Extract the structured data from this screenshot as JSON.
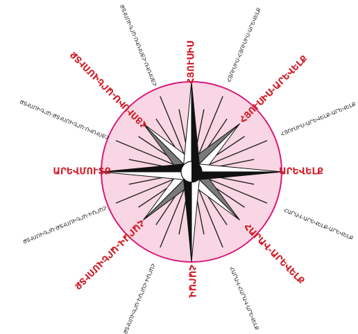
{
  "compass": {
    "directions": [
      {
        "key": "north",
        "label": "ՀՅՈՒՍԻՍ",
        "bearing": 0,
        "rank": "cardinal"
      },
      {
        "key": "nne",
        "label": "ՀՅՈՒՍԻՍ-ՀՅՈՒՍԻՍ-ԱՐԵՎԵԼՔ",
        "bearing": 22.5,
        "rank": "minor"
      },
      {
        "key": "ne",
        "label": "ՀՅՈՒՍԻՍ-ԱՐԵՎԵԼՔ",
        "bearing": 45,
        "rank": "intercardinal"
      },
      {
        "key": "ene",
        "label": "ՀՅՈՒՍԻՍ-ԱՐԵՎԵԼՔ-ԱՐԵՎԵԼՔ",
        "bearing": 67.5,
        "rank": "minor"
      },
      {
        "key": "east",
        "label": "ԱՐԵՎԵԼՔ",
        "bearing": 90,
        "rank": "cardinal"
      },
      {
        "key": "ese",
        "label": "ՀԱՐԱՎ-ԱՐԵՎԵԼՔ-ԱՐԵՎԵԼՔ",
        "bearing": 112.5,
        "rank": "minor"
      },
      {
        "key": "se",
        "label": "ՀԱՐԱՎ-ԱՐԵՎԵԼՔ",
        "bearing": 135,
        "rank": "intercardinal"
      },
      {
        "key": "sse",
        "label": "ՀԱՐԱՎ-ՀԱՐԱՎ-ԱՐԵՎԵԼՔ",
        "bearing": 157.5,
        "rank": "minor"
      },
      {
        "key": "south",
        "label": "ՀԱՐԱՎ",
        "bearing": 180,
        "rank": "cardinal"
      },
      {
        "key": "ssw",
        "label": "ՀԱՐԱՎ-ՀԱՐԱՎ-ԱՐԵՎՄՈՒՏՔ",
        "bearing": 202.5,
        "rank": "minor"
      },
      {
        "key": "sw",
        "label": "ՀԱՐԱՎ-ԱՐԵՎՄՈՒՏՔ",
        "bearing": 225,
        "rank": "intercardinal"
      },
      {
        "key": "wsw",
        "label": "ՀԱՐԱՎ-ԱՐԵՎՄՈՒՏՔ-ԱՐԵՎՄՈՒՏՔ",
        "bearing": 247.5,
        "rank": "minor"
      },
      {
        "key": "west",
        "label": "ԱՐԵՎՄՈՒՏՔ",
        "bearing": 270,
        "rank": "cardinal"
      },
      {
        "key": "wnw",
        "label": "ՀՅՈՒՍԻՍ-ԱՐԵՎՄՈՒՏՔ-ԱՐԵՎՄՈՒՏՔ",
        "bearing": 292.5,
        "rank": "minor"
      },
      {
        "key": "nw",
        "label": "ՀՅՈՒՍԻՍ-ԱՐԵՎՄՈՒՏՔ",
        "bearing": 315,
        "rank": "intercardinal"
      },
      {
        "key": "nnw",
        "label": "ՀՅՈՒՍԻՍ-ՀՅՈՒՍԻՍ-ԱՐԵՎՄՈՒՏՔ",
        "bearing": 337.5,
        "rank": "minor"
      }
    ]
  },
  "colors": {
    "disc_fill": "#f9d6e3",
    "disc_stroke": "#d61a7b",
    "main_label": "#d0202a",
    "minor_label": "#1a1a1a",
    "star_dark": "#111111",
    "star_light": "#ffffff",
    "star_gray": "#7a7a7a"
  }
}
